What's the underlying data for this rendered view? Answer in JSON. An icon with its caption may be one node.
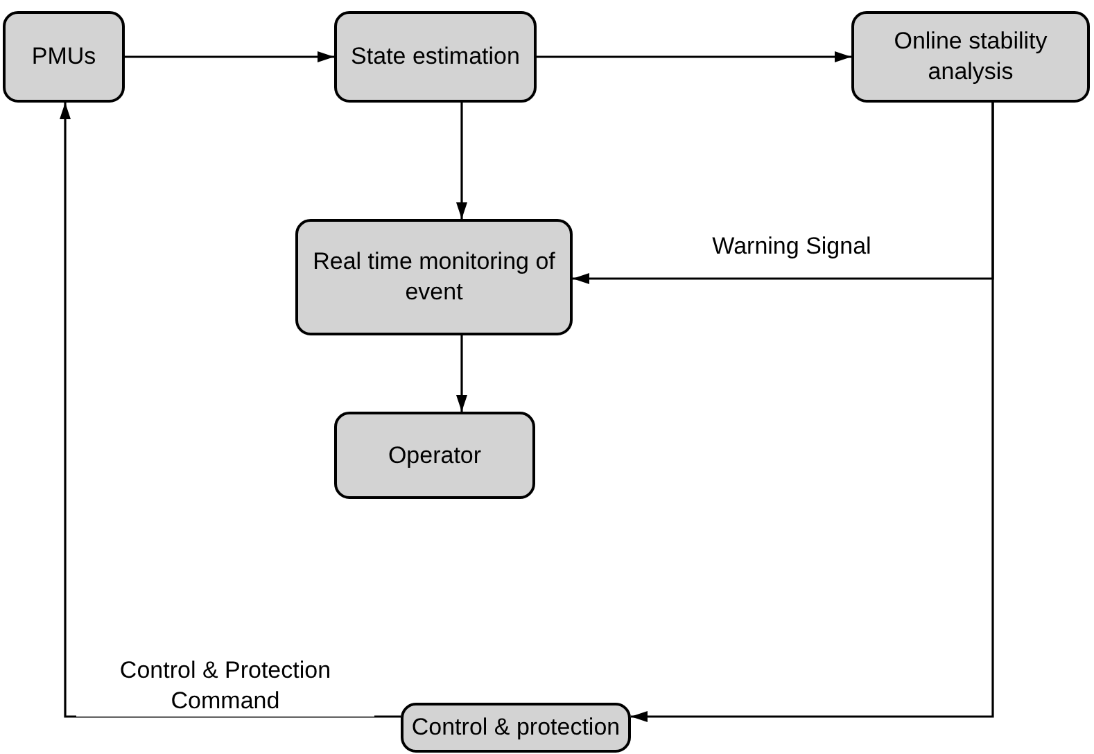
{
  "diagram": {
    "nodes": [
      {
        "text": [
          "PMUs"
        ]
      },
      {
        "text": [
          "State estimation"
        ]
      },
      {
        "text": [
          "Online stability analysis"
        ]
      },
      {
        "text": [
          "Real time monitoring of event"
        ]
      },
      {
        "text": [
          "Operator"
        ]
      },
      {
        "text": [
          "Control & protection"
        ]
      }
    ],
    "edges": [
      {
        "from": 0,
        "to": 1,
        "arrow": "to"
      },
      {
        "from": 1,
        "to": 2,
        "arrow": "to"
      },
      {
        "from": 1,
        "to": 3,
        "arrow": "to"
      },
      {
        "from": 2,
        "to": 3,
        "arrow": "to",
        "label": "Warning Signal"
      },
      {
        "from": 2,
        "to": 5,
        "arrow": "to"
      },
      {
        "from": 3,
        "to": 4,
        "arrow": "to"
      },
      {
        "from": 5,
        "to": 0,
        "arrow": "to",
        "label": "Control & Protection Command"
      }
    ]
  }
}
